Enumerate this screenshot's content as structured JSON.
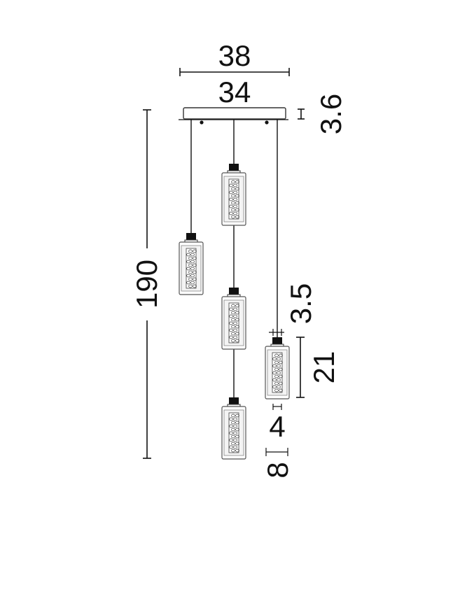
{
  "dimensions": {
    "total_width": "38",
    "canopy_width": "34",
    "canopy_height": "3.6",
    "total_height": "190",
    "cap_height": "3.5",
    "shade_height": "21",
    "shade_bottom_gap": "4",
    "shade_width": "8"
  },
  "colors": {
    "ink": "#111111",
    "shade_outline": "#555555",
    "background": "#ffffff"
  }
}
